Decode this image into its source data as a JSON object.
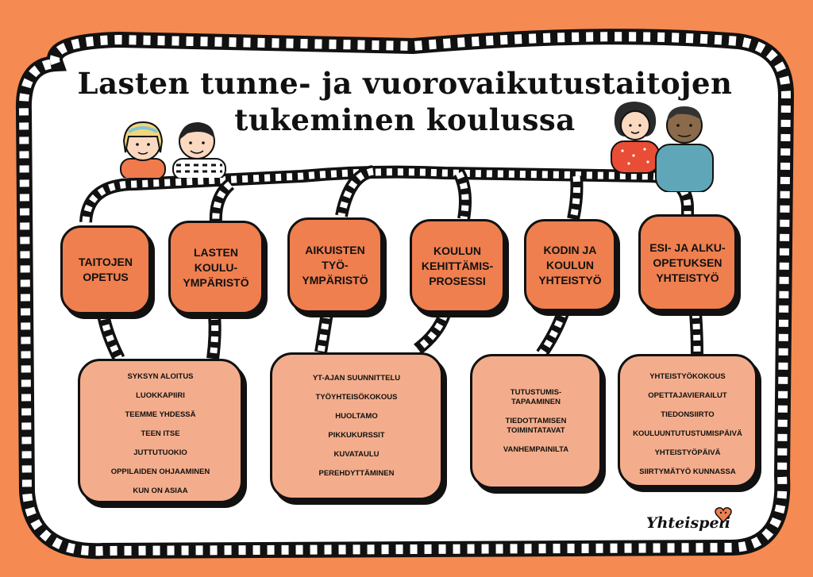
{
  "title": {
    "line1": "Lasten tunne- ja vuorovaikutustaitojen",
    "line2": "tukeminen koulussa"
  },
  "categories": [
    "TAITOJEN\nOPETUS",
    "LASTEN\nKOULU-\nYMPÄRISTÖ",
    "AIKUISTEN\nTYÖ-\nYMPÄRISTÖ",
    "KOULUN\nKEHITTÄMIS-\nPROSESSI",
    "KODIN JA\nKOULUN\nYHTEISTYÖ",
    "ESI- JA ALKU-\nOPETUKSEN\nYHTEISTYÖ"
  ],
  "groups": [
    {
      "items": [
        "SYKSYN ALOITUS",
        "LUOKKAPIIRI",
        "TEEMME YHDESSÄ",
        "TEEN ITSE",
        "JUTTUTUOKIO",
        "OPPILAIDEN OHJAAMINEN",
        "KUN ON ASIAA"
      ]
    },
    {
      "items": [
        "YT-AJAN SUUNNITTELU",
        "TYÖYHTEISÖKOKOUS",
        "HUOLTAMO",
        "PIKKUKURSSIT",
        "KUVATAULU",
        "PEREHDYTTÄMINEN"
      ]
    },
    {
      "items": [
        "TUTUSTUMIS-\nTAPAAMINEN",
        "TIEDOTTAMISEN\nTOIMINTATAVAT",
        "VANHEMPAINILTA"
      ]
    },
    {
      "items": [
        "YHTEISTYÖKOKOUS",
        "OPETTAJAVIERAILUT",
        "TIEDONSIIRTO",
        "KOULUUNTUTUSTUMISPÄIVÄ",
        "YHTEISTYÖPÄIVÄ",
        "SIIRTYMÄTYÖ KUNNASSA"
      ]
    }
  ],
  "logo": {
    "text": "Yhteispeli"
  },
  "colors": {
    "background": "#f58a52",
    "panel": "#ffffff",
    "category_fill": "#ef7f4f",
    "box_fill": "#f4ad8c",
    "ink": "#111111"
  }
}
